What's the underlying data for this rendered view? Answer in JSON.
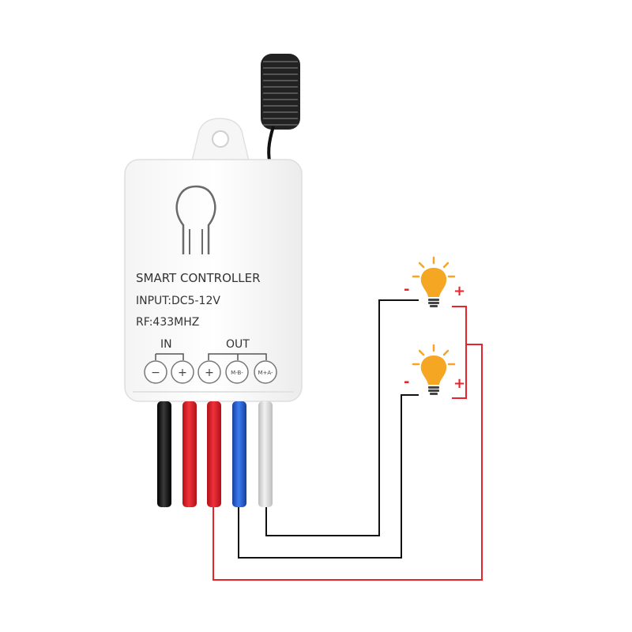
{
  "device": {
    "title": "SMART CONTROLLER",
    "input_spec": "INPUT:DC5-12V",
    "rf_spec": "RF:433MHZ",
    "group_in": "IN",
    "group_out": "OUT",
    "terminals": [
      "−",
      "+",
      "+",
      "M-B-",
      "M+A-"
    ]
  },
  "lamps": [
    {
      "minus": "-",
      "plus": "+"
    },
    {
      "minus": "-",
      "plus": "+"
    }
  ],
  "colors": {
    "wire_black": "#111111",
    "wire_red": "#e8232b",
    "wire_blue": "#2563d9",
    "wire_white": "#d9d9d9",
    "bulb": "#f5a623",
    "ray": "#f5a623",
    "polarity": "#e8232b"
  }
}
